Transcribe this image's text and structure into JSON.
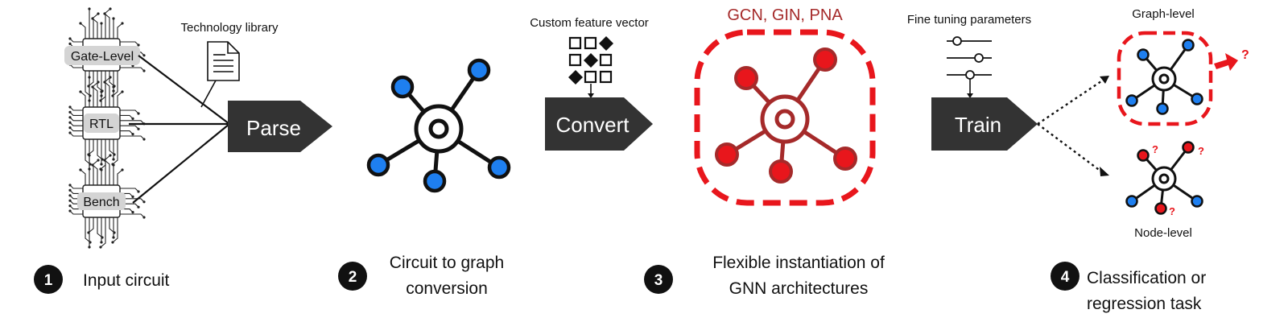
{
  "inputs": {
    "technology_library": "Technology library",
    "gate_level": "Gate-Level",
    "rtl": "RTL",
    "bench": "Bench"
  },
  "actions": {
    "parse": "Parse",
    "convert": "Convert",
    "train": "Train"
  },
  "labels": {
    "custom_feature_vector": "Custom feature vector",
    "gnn_architectures": "GCN, GIN, PNA",
    "fine_tuning_parameters": "Fine tuning parameters",
    "graph_level": "Graph-level",
    "node_level": "Node-level",
    "question_mark": "?"
  },
  "steps": [
    {
      "number": "1",
      "line1": "Input circuit",
      "line2": ""
    },
    {
      "number": "2",
      "line1": "Circuit to graph",
      "line2": "conversion"
    },
    {
      "number": "3",
      "line1": "Flexible instantiation of",
      "line2": "GNN architectures"
    },
    {
      "number": "4",
      "line1": "Classification or",
      "line2": "regression task"
    }
  ],
  "colors": {
    "node_blue": "#1e7ff0",
    "node_red": "#e8161c",
    "gnn_red": "#a52a2a",
    "arrow_box": "#333333",
    "accent_red": "#e8161c"
  },
  "icons": [
    "chip-icon",
    "document-icon",
    "feature-grid-icon",
    "sliders-icon",
    "graph-icon"
  ]
}
